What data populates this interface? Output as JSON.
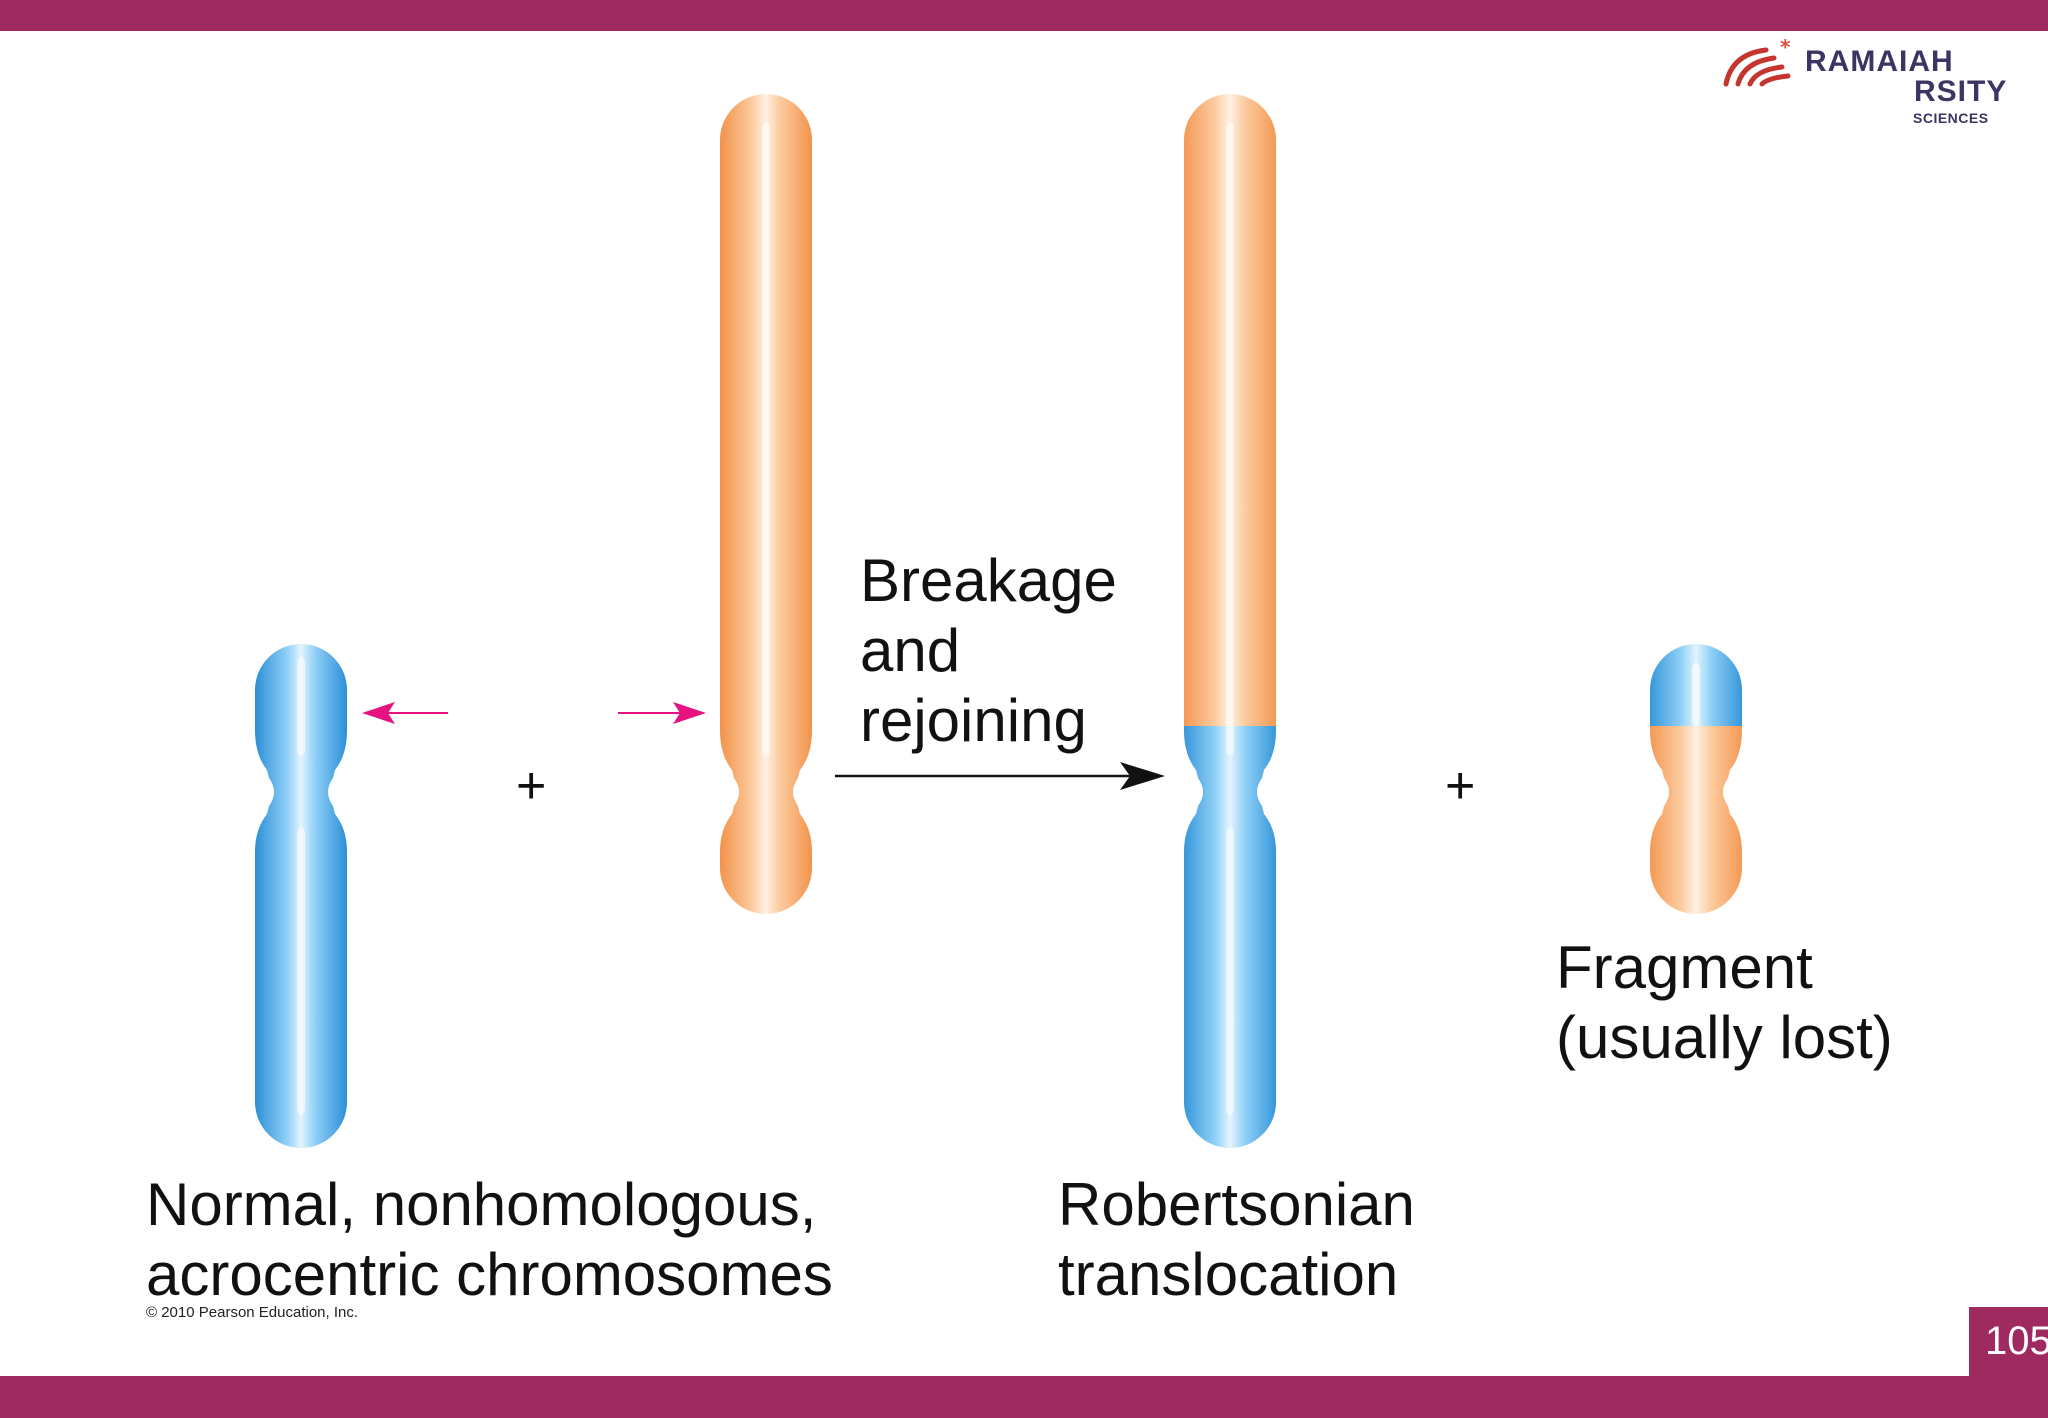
{
  "colors": {
    "frame": "#9E2A5F",
    "chromosome_blue": "#3BA4E6",
    "chromosome_orange": "#F7A564",
    "break_arrow": "#E5127F",
    "logo_text": "#3C3563",
    "logo_accent": "#E04E39"
  },
  "logo": {
    "icon": "ramaiah-logo-icon",
    "word1": "RAMAIAH",
    "word2": "RSITY",
    "word3": "SCIENCES"
  },
  "labels": {
    "normal_line1": "Normal, nonhomologous,",
    "normal_line2": "acrocentric chromosomes",
    "process_line1": "Breakage",
    "process_line2": "and",
    "process_line3": "rejoining",
    "result_line1": "Robertsonian",
    "result_line2": "translocation",
    "fragment_line1": "Fragment",
    "fragment_line2": "(usually lost)",
    "plus_left": "+",
    "plus_right": "+"
  },
  "copyright": "© 2010 Pearson Education, Inc.",
  "page_number": "105"
}
